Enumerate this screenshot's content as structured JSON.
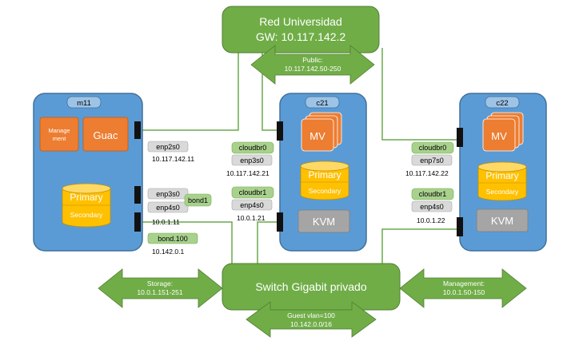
{
  "university": {
    "line1": "Red Universidad",
    "line2": "GW: 10.117.142.2"
  },
  "public_arrow": {
    "line1": "Public:",
    "line2": "10.117.142.50-250"
  },
  "switch": {
    "label": "Switch Gigabit privado"
  },
  "storage_arrow": {
    "line1": "Storage:",
    "line2": "10.0.1.151-251"
  },
  "management_arrow": {
    "line1": "Management:",
    "line2": "10.0.1.50-150"
  },
  "guest_arrow": {
    "line1": "Guest vlan=100",
    "line2": "10.142.0.0/16"
  },
  "m11": {
    "name": "m11",
    "management_box": {
      "line1": "Manage",
      "line2": "ment"
    },
    "guac": "Guac",
    "db": {
      "primary": "Primary",
      "secondary": "Secondary"
    },
    "if1": {
      "name": "enp2s0",
      "ip": "10.117.142.11"
    },
    "if2": {
      "name": "enp3s0"
    },
    "if3": {
      "name": "enp4s0"
    },
    "bond1": "bond1",
    "bond_ip": "10.0.1.11",
    "bond100": {
      "name": "bond.100",
      "ip": "10.142.0.1"
    }
  },
  "c21": {
    "name": "c21",
    "mv": "MV",
    "db": {
      "primary": "Primary",
      "secondary": "Secondary"
    },
    "kvm": "KVM",
    "br0": "cloudbr0",
    "if1": {
      "name": "enp3s0",
      "ip": "10.117.142.21"
    },
    "br1": "cloudbr1",
    "if2": {
      "name": "enp4s0",
      "ip": "10.0.1.21"
    }
  },
  "c22": {
    "name": "c22",
    "mv": "MV",
    "db": {
      "primary": "Primary",
      "secondary": "Secondary"
    },
    "kvm": "KVM",
    "br0": "cloudbr0",
    "if1": {
      "name": "enp7s0",
      "ip": "10.117.142.22"
    },
    "br1": "cloudbr1",
    "if2": {
      "name": "enp4s0",
      "ip": "10.0.1.22"
    }
  },
  "colors": {
    "green": "#70ad47",
    "host_blue": "#5b9bd5",
    "orange": "#ed7d31",
    "yellow": "#ffc000",
    "kvm_gray": "#a5a5a5"
  }
}
